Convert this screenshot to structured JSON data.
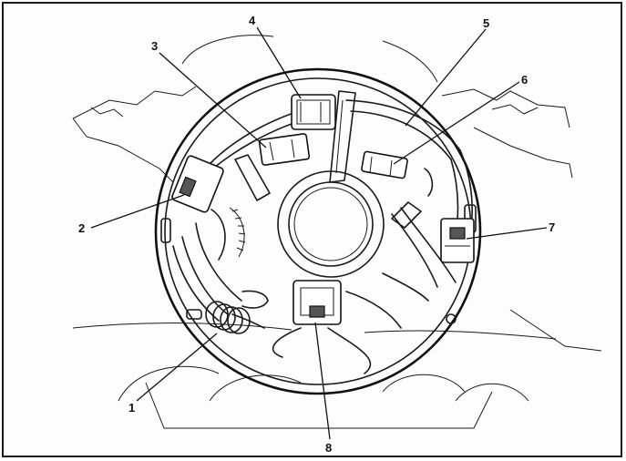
{
  "callouts": [
    {
      "id": "1",
      "label": "1"
    },
    {
      "id": "2",
      "label": "2"
    },
    {
      "id": "3",
      "label": "3"
    },
    {
      "id": "4",
      "label": "4"
    },
    {
      "id": "5",
      "label": "5"
    },
    {
      "id": "6",
      "label": "6"
    },
    {
      "id": "7",
      "label": "7"
    },
    {
      "id": "8",
      "label": "8"
    }
  ],
  "colors": {
    "ink": "#1a1a1a",
    "background": "#ffffff"
  }
}
